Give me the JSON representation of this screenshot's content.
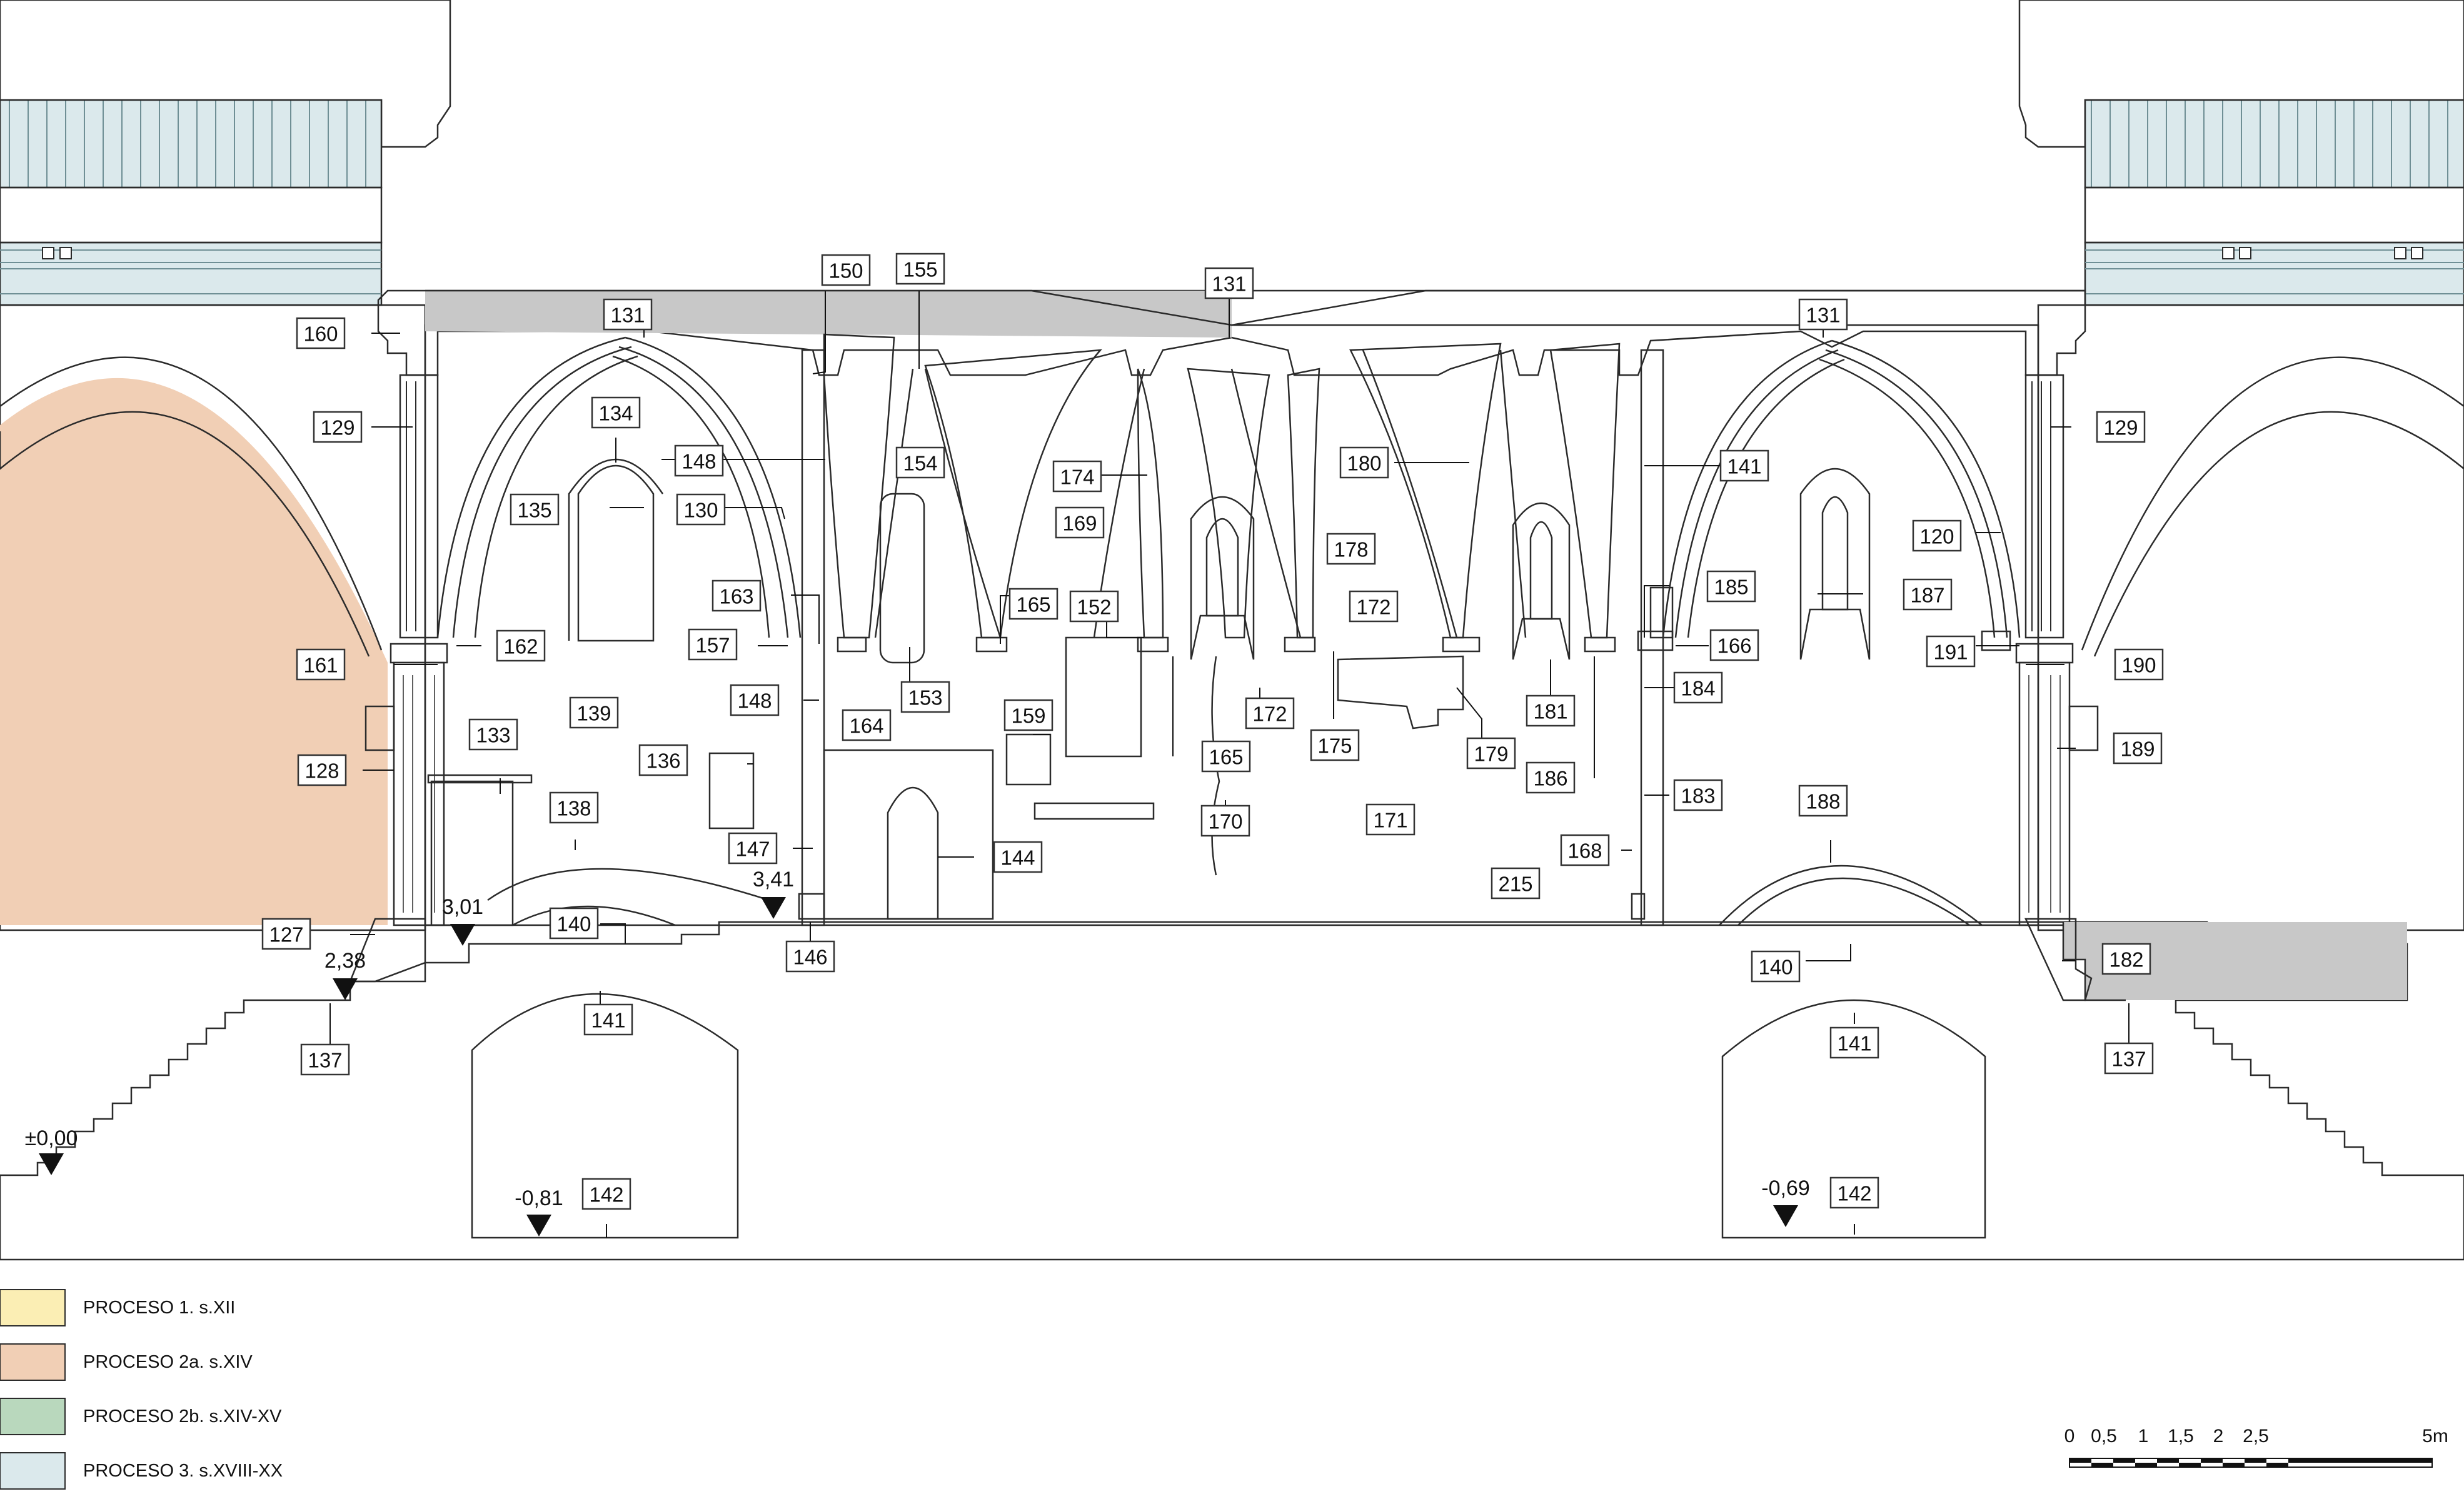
{
  "colors": {
    "proceso1": "#fbeeb4",
    "proceso2a": "#f1cfb5",
    "proceso2b": "#b9d8bd",
    "proceso3": "#dbe9ec",
    "ground": "#c8c8c8",
    "stone": "#d6d6d6"
  },
  "legend": [
    {
      "label": "PROCESO 1. s.XII",
      "color_key": "proceso1"
    },
    {
      "label": "PROCESO 2a. s.XIV",
      "color_key": "proceso2a"
    },
    {
      "label": "PROCESO 2b. s.XIV-XV",
      "color_key": "proceso2b"
    },
    {
      "label": "PROCESO 3. s.XVIII-XX",
      "color_key": "proceso3"
    }
  ],
  "scale": {
    "ticks": [
      "0",
      "0,5",
      "1",
      "1,5",
      "2",
      "2,5",
      "5m"
    ]
  },
  "levels": [
    "±0,00",
    "2,38",
    "3,01",
    "3,41",
    "-0,81",
    "-0,69"
  ],
  "labels": [
    "131",
    "131",
    "131",
    "150",
    "155",
    "160",
    "129",
    "129",
    "134",
    "148",
    "154",
    "174",
    "180",
    "141",
    "135",
    "130",
    "169",
    "178",
    "120",
    "163",
    "165",
    "152",
    "172",
    "185",
    "187",
    "161",
    "162",
    "157",
    "166",
    "191",
    "190",
    "148",
    "153",
    "164",
    "159",
    "172",
    "175",
    "179",
    "181",
    "184",
    "139",
    "133",
    "128",
    "136",
    "165",
    "186",
    "189",
    "138",
    "170",
    "171",
    "183",
    "188",
    "147",
    "144",
    "168",
    "215",
    "140",
    "127",
    "146",
    "140",
    "182",
    "141",
    "141",
    "137",
    "137",
    "142",
    "142"
  ]
}
